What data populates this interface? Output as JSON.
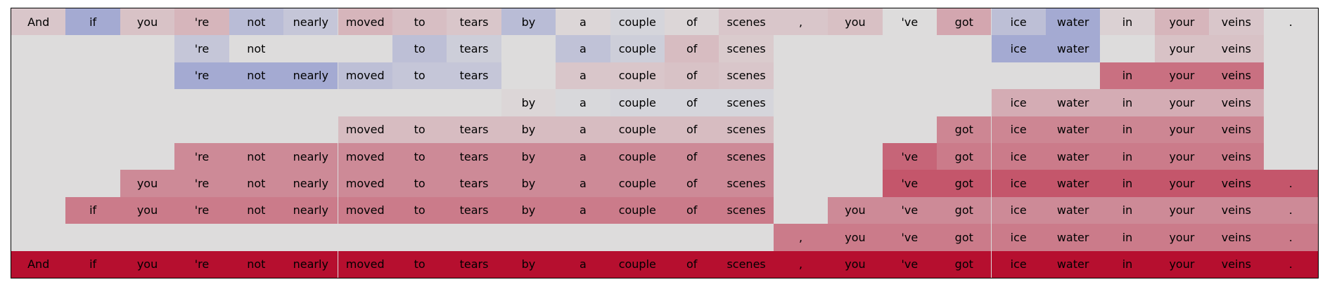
{
  "chart_data": {
    "type": "heatmap",
    "tokens": [
      "And",
      "if",
      "you",
      "'re",
      "not",
      "nearly",
      "moved",
      "to",
      "tears",
      "by",
      "a",
      "couple",
      "of",
      "scenes",
      ",",
      "you",
      "'ve",
      "got",
      "ice",
      "water",
      "in",
      "your",
      "veins",
      "."
    ],
    "rows": [
      {
        "values": [
          0.1,
          -0.35,
          0.12,
          0.18,
          -0.22,
          -0.15,
          0.18,
          0.14,
          0.1,
          -0.22,
          0.03,
          -0.05,
          0.03,
          0.1,
          0.1,
          0.13,
          0.0,
          0.25,
          -0.2,
          -0.35,
          0.05,
          0.18,
          0.1,
          0.0
        ]
      },
      {
        "values": [
          null,
          null,
          null,
          -0.15,
          0.0,
          null,
          null,
          -0.2,
          -0.1,
          null,
          -0.18,
          -0.1,
          0.15,
          0.08,
          null,
          null,
          null,
          null,
          -0.35,
          -0.35,
          null,
          0.12,
          0.12,
          null
        ]
      },
      {
        "values": [
          null,
          null,
          null,
          -0.35,
          -0.35,
          -0.35,
          -0.2,
          -0.15,
          -0.15,
          null,
          0.1,
          0.1,
          0.12,
          0.1,
          null,
          null,
          null,
          null,
          null,
          null,
          0.5,
          0.5,
          0.5,
          null
        ]
      },
      {
        "values": [
          null,
          null,
          null,
          null,
          null,
          null,
          null,
          null,
          null,
          0.03,
          -0.03,
          -0.05,
          -0.05,
          -0.05,
          null,
          null,
          null,
          null,
          0.22,
          0.22,
          0.22,
          0.22,
          0.22,
          null
        ]
      },
      {
        "values": [
          null,
          null,
          null,
          null,
          null,
          null,
          0.15,
          0.15,
          0.15,
          0.15,
          0.15,
          0.15,
          0.15,
          0.15,
          null,
          null,
          null,
          0.4,
          0.4,
          0.4,
          0.4,
          0.4,
          0.4,
          null
        ]
      },
      {
        "values": [
          null,
          null,
          null,
          0.38,
          0.38,
          0.38,
          0.38,
          0.38,
          0.38,
          0.38,
          0.38,
          0.38,
          0.38,
          0.38,
          null,
          null,
          0.55,
          0.45,
          0.45,
          0.45,
          0.45,
          0.45,
          0.45,
          null
        ]
      },
      {
        "values": [
          null,
          null,
          0.38,
          0.38,
          0.38,
          0.38,
          0.38,
          0.38,
          0.38,
          0.38,
          0.38,
          0.38,
          0.38,
          0.38,
          null,
          null,
          0.62,
          0.62,
          0.62,
          0.62,
          0.62,
          0.62,
          0.62,
          0.62
        ]
      },
      {
        "values": [
          null,
          0.45,
          0.45,
          0.45,
          0.45,
          0.45,
          0.45,
          0.45,
          0.45,
          0.45,
          0.45,
          0.45,
          0.45,
          0.45,
          null,
          0.38,
          0.38,
          0.38,
          0.38,
          0.38,
          0.38,
          0.38,
          0.38,
          0.38
        ]
      },
      {
        "values": [
          null,
          null,
          null,
          null,
          null,
          null,
          null,
          null,
          null,
          null,
          null,
          null,
          null,
          null,
          0.45,
          0.45,
          0.45,
          0.45,
          0.45,
          0.45,
          0.45,
          0.45,
          0.45,
          0.45
        ]
      },
      {
        "values": [
          0.95,
          0.95,
          0.95,
          0.95,
          0.95,
          0.95,
          0.95,
          0.95,
          0.95,
          0.95,
          0.95,
          0.95,
          0.95,
          0.95,
          0.95,
          0.95,
          0.95,
          0.95,
          0.95,
          0.95,
          0.95,
          0.95,
          0.95,
          0.95
        ]
      }
    ],
    "colormap": "coolwarm",
    "value_range": [
      -1,
      1
    ],
    "empty_color": "#dddcdc",
    "grid": false
  }
}
